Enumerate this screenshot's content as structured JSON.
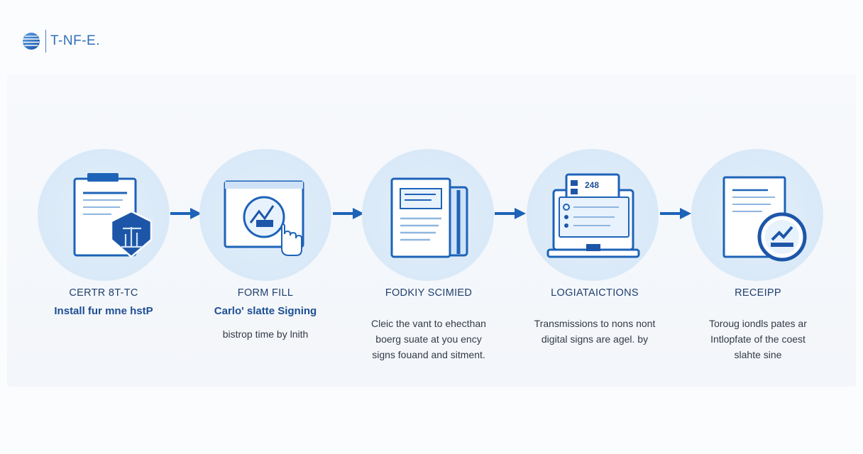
{
  "brand": {
    "logo_text": "T-NF-E.",
    "accent": "#1d63b8",
    "circle_fill": "#dbeaf8"
  },
  "steps": [
    {
      "title": "CERTR 8T-TC",
      "subtitle": "Install fur mne hstP",
      "desc": [
        "bistrop time by lnith"
      ],
      "icon": "certificate-shield-icon"
    },
    {
      "title": "FORM FILL",
      "subtitle": "Carlo' slatte Signing",
      "desc": [],
      "icon": "form-chart-pointer-icon"
    },
    {
      "title": "FODKIY SCIMIED",
      "subtitle": "",
      "desc": [
        "Cleic the vant to ehecthan",
        "boerg suate at you ency",
        "signs fouand and sitment."
      ],
      "icon": "document-folder-icon"
    },
    {
      "title": "LOGIATAICTIONS",
      "subtitle": "",
      "desc": [
        "Transmissions to nons nont",
        "digital signs are agel. by"
      ],
      "icon": "laptop-document-icon",
      "badge": "248"
    },
    {
      "title": "RECEIPP",
      "subtitle": "",
      "desc": [
        "Toroug iondls pates ar",
        "Intlopfate of the coest",
        "slahte sine"
      ],
      "icon": "receipt-check-icon"
    }
  ]
}
